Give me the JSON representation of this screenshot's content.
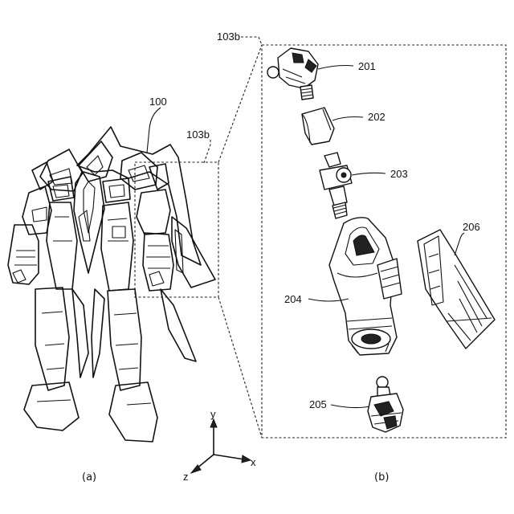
{
  "labels": {
    "robot": "100",
    "region_a": "103b",
    "region_b": "103b",
    "head": "201",
    "neck": "202",
    "joint": "203",
    "upper_arm": "204",
    "hand": "205",
    "shield": "206"
  },
  "axes": {
    "x": "x",
    "y": "y",
    "z": "z"
  },
  "captions": {
    "a": "(a)",
    "b": "(b)"
  }
}
